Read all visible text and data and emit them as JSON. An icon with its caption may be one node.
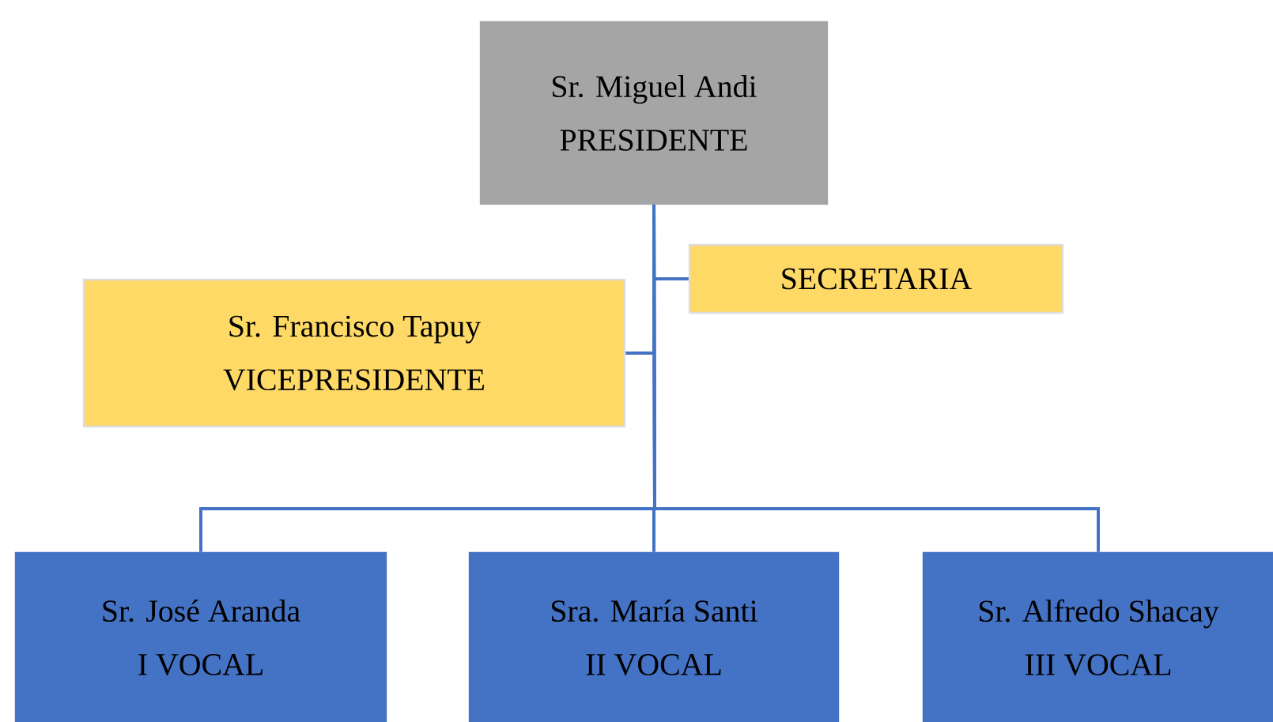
{
  "diagram": {
    "nodes": [
      {
        "text": [
          "Sr. Miguel Andi",
          "PRESIDENTE"
        ]
      },
      {
        "text": [
          "SECRETARIA"
        ]
      },
      {
        "text": [
          "Sr. Francisco Tapuy",
          "VICEPRESIDENTE"
        ]
      },
      {
        "text": [
          "Sr. José Aranda",
          "I VOCAL"
        ]
      },
      {
        "text": [
          "Sra. María Santi",
          "II VOCAL"
        ]
      },
      {
        "text": [
          "Sr. Alfredo Shacay",
          "III VOCAL"
        ]
      }
    ],
    "edges": [
      {
        "from": 0,
        "to": 1,
        "arrow": "none"
      },
      {
        "from": 0,
        "to": 2,
        "arrow": "none"
      },
      {
        "from": 0,
        "to": 3,
        "arrow": "none"
      },
      {
        "from": 0,
        "to": 4,
        "arrow": "none"
      },
      {
        "from": 0,
        "to": 5,
        "arrow": "none"
      }
    ]
  }
}
